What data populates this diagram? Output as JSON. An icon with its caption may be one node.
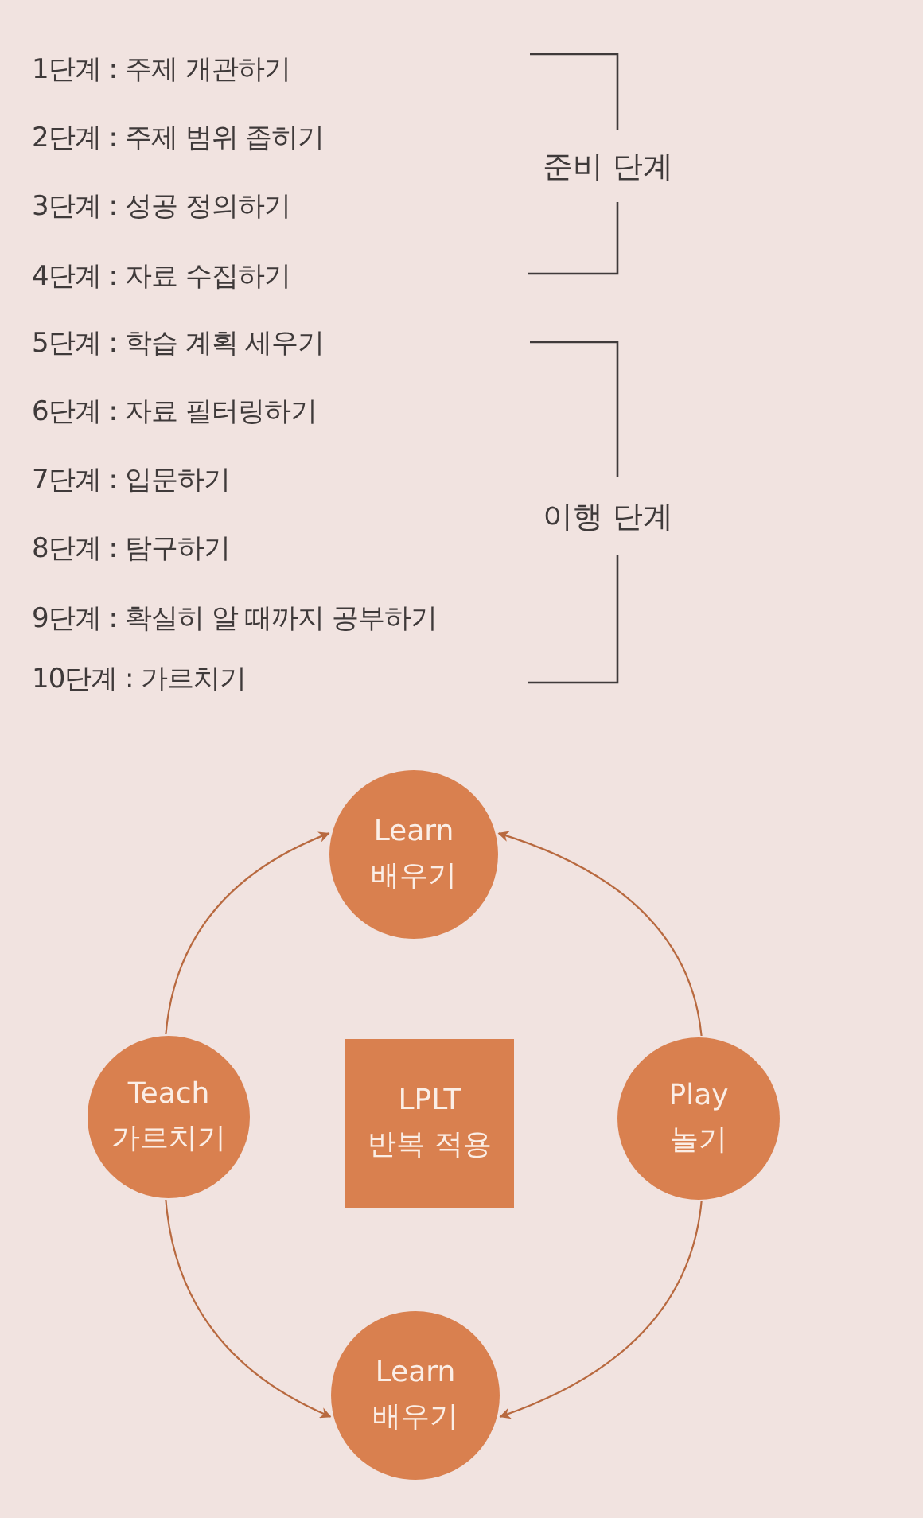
{
  "diagram": {
    "nodes": [
      {
        "text": [
          "Learn",
          "배우기"
        ]
      },
      {
        "text": [
          "Teach",
          "가르치기"
        ]
      },
      {
        "text": [
          "LPLT",
          "반복 적용"
        ]
      },
      {
        "text": [
          "Play",
          "놀기"
        ]
      },
      {
        "text": [
          "Learn",
          "배우기"
        ]
      }
    ],
    "edges": [
      {
        "from": 1,
        "to": 0,
        "arrow": "to"
      },
      {
        "from": 3,
        "to": 0,
        "arrow": "to"
      },
      {
        "from": 1,
        "to": 4,
        "arrow": "to"
      },
      {
        "from": 3,
        "to": 4,
        "arrow": "to"
      }
    ],
    "labels": [
      "1단계 : 주제 개관하기",
      "2단계 : 주제 범위 좁히기",
      "3단계 : 성공 정의하기",
      "4단계 : 자료 수집하기",
      "5단계 : 학습 계획 세우기",
      "6단계 : 자료 필터링하기",
      "7단계 : 입문하기",
      "8단계 : 탐구하기",
      "9단계 : 확실히 알 때까지 공부하기",
      "10단계 : 가르치기",
      "준비 단계",
      "이행 단계"
    ]
  }
}
